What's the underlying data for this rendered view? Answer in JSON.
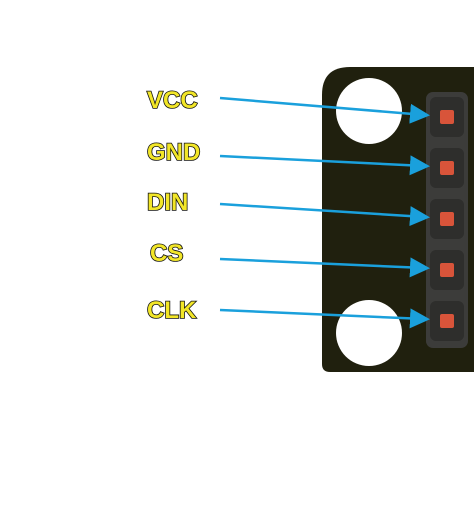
{
  "colors": {
    "background": "#ffffff",
    "board": "#20200e",
    "pin_header": "#3c3c3a",
    "pin_socket": "#2e2e2c",
    "pin_pad": "#d8543a",
    "mount_hole": "#ffffff",
    "arrow": "#1aa0dc",
    "label_fill": "#f2e628",
    "label_outline": "#111111"
  },
  "pins": [
    {
      "label": "VCC",
      "icon": "pin-pad-icon"
    },
    {
      "label": "GND",
      "icon": "pin-pad-icon"
    },
    {
      "label": "DIN",
      "icon": "pin-pad-icon"
    },
    {
      "label": "CS",
      "icon": "pin-pad-icon"
    },
    {
      "label": "CLK",
      "icon": "pin-pad-icon"
    }
  ]
}
